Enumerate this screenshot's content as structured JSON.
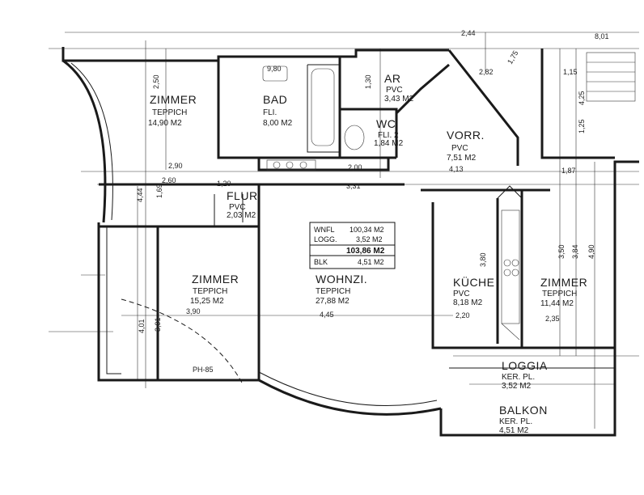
{
  "rooms": {
    "zimmer1": {
      "name": "ZIMMER",
      "floor": "TEPPICH",
      "area": "14,90 M2"
    },
    "bad": {
      "name": "BAD",
      "floor": "FLI.",
      "area": "8,00 M2"
    },
    "ar": {
      "name": "AR",
      "floor": "PVC",
      "area": "3,43 M2"
    },
    "wc": {
      "name": "WC",
      "floor": "FLI. 2",
      "area": "1,84 M2"
    },
    "vorr": {
      "name": "VORR.",
      "floor": "PVC",
      "area": "7,51 M2"
    },
    "flur": {
      "name": "FLUR",
      "floor": "PVC",
      "area": "2,03 M2"
    },
    "zimmer2": {
      "name": "ZIMMER",
      "floor": "TEPPICH",
      "area": "15,25 M2"
    },
    "wohnzi": {
      "name": "WOHNZI.",
      "floor": "TEPPICH",
      "area": "27,88 M2"
    },
    "kueche": {
      "name": "KÜCHE",
      "floor": "PVC",
      "area": "8,18 M2"
    },
    "zimmer3": {
      "name": "ZIMMER",
      "floor": "TEPPICH",
      "area": "11,44 M2"
    },
    "loggia": {
      "name": "LOGGIA",
      "floor": "KER. PL.",
      "area": "3,52 M2"
    },
    "balkon": {
      "name": "BALKON",
      "floor": "KER. PL.",
      "area": "4,51 M2"
    }
  },
  "area_table": {
    "wnfl_label": "WNFL",
    "wnfl_value": "100,34 M2",
    "logg_label": "LOGG.",
    "logg_value": "3,52 M2",
    "total_value": "103,86 M2",
    "blk_label": "BLK",
    "blk_value": "4,51 M2"
  },
  "dimensions": {
    "d_2_50": "2,50",
    "d_9_80": "9,80",
    "d_1_30": "1,30",
    "d_2_82": "2,82",
    "d_1_75": "1,75",
    "d_1_15": "1,15",
    "d_1_25": "1,25",
    "d_4_25": "4,25",
    "d_2_90": "2,90",
    "d_2_60": "2,60",
    "d_1_20": "1,20",
    "d_2_00": "2,00",
    "d_3_31": "3,31",
    "d_4_13": "4,13",
    "d_1_87": "1,87",
    "d_4_44": "4,44",
    "d_1_69": "1,69",
    "d_3_90": "3,90",
    "d_4_45": "4,45",
    "d_2_20": "2,20",
    "d_2_35": "2,35",
    "d_3_50": "3,50",
    "d_3_84": "3,84",
    "d_4_90": "4,90",
    "d_4_01": "4,01",
    "d_3_91": "3,91",
    "d_ph85": "PH-85",
    "d_8_01": "8,01",
    "d_2_44": "2,44",
    "d_3_80": "3,80"
  }
}
